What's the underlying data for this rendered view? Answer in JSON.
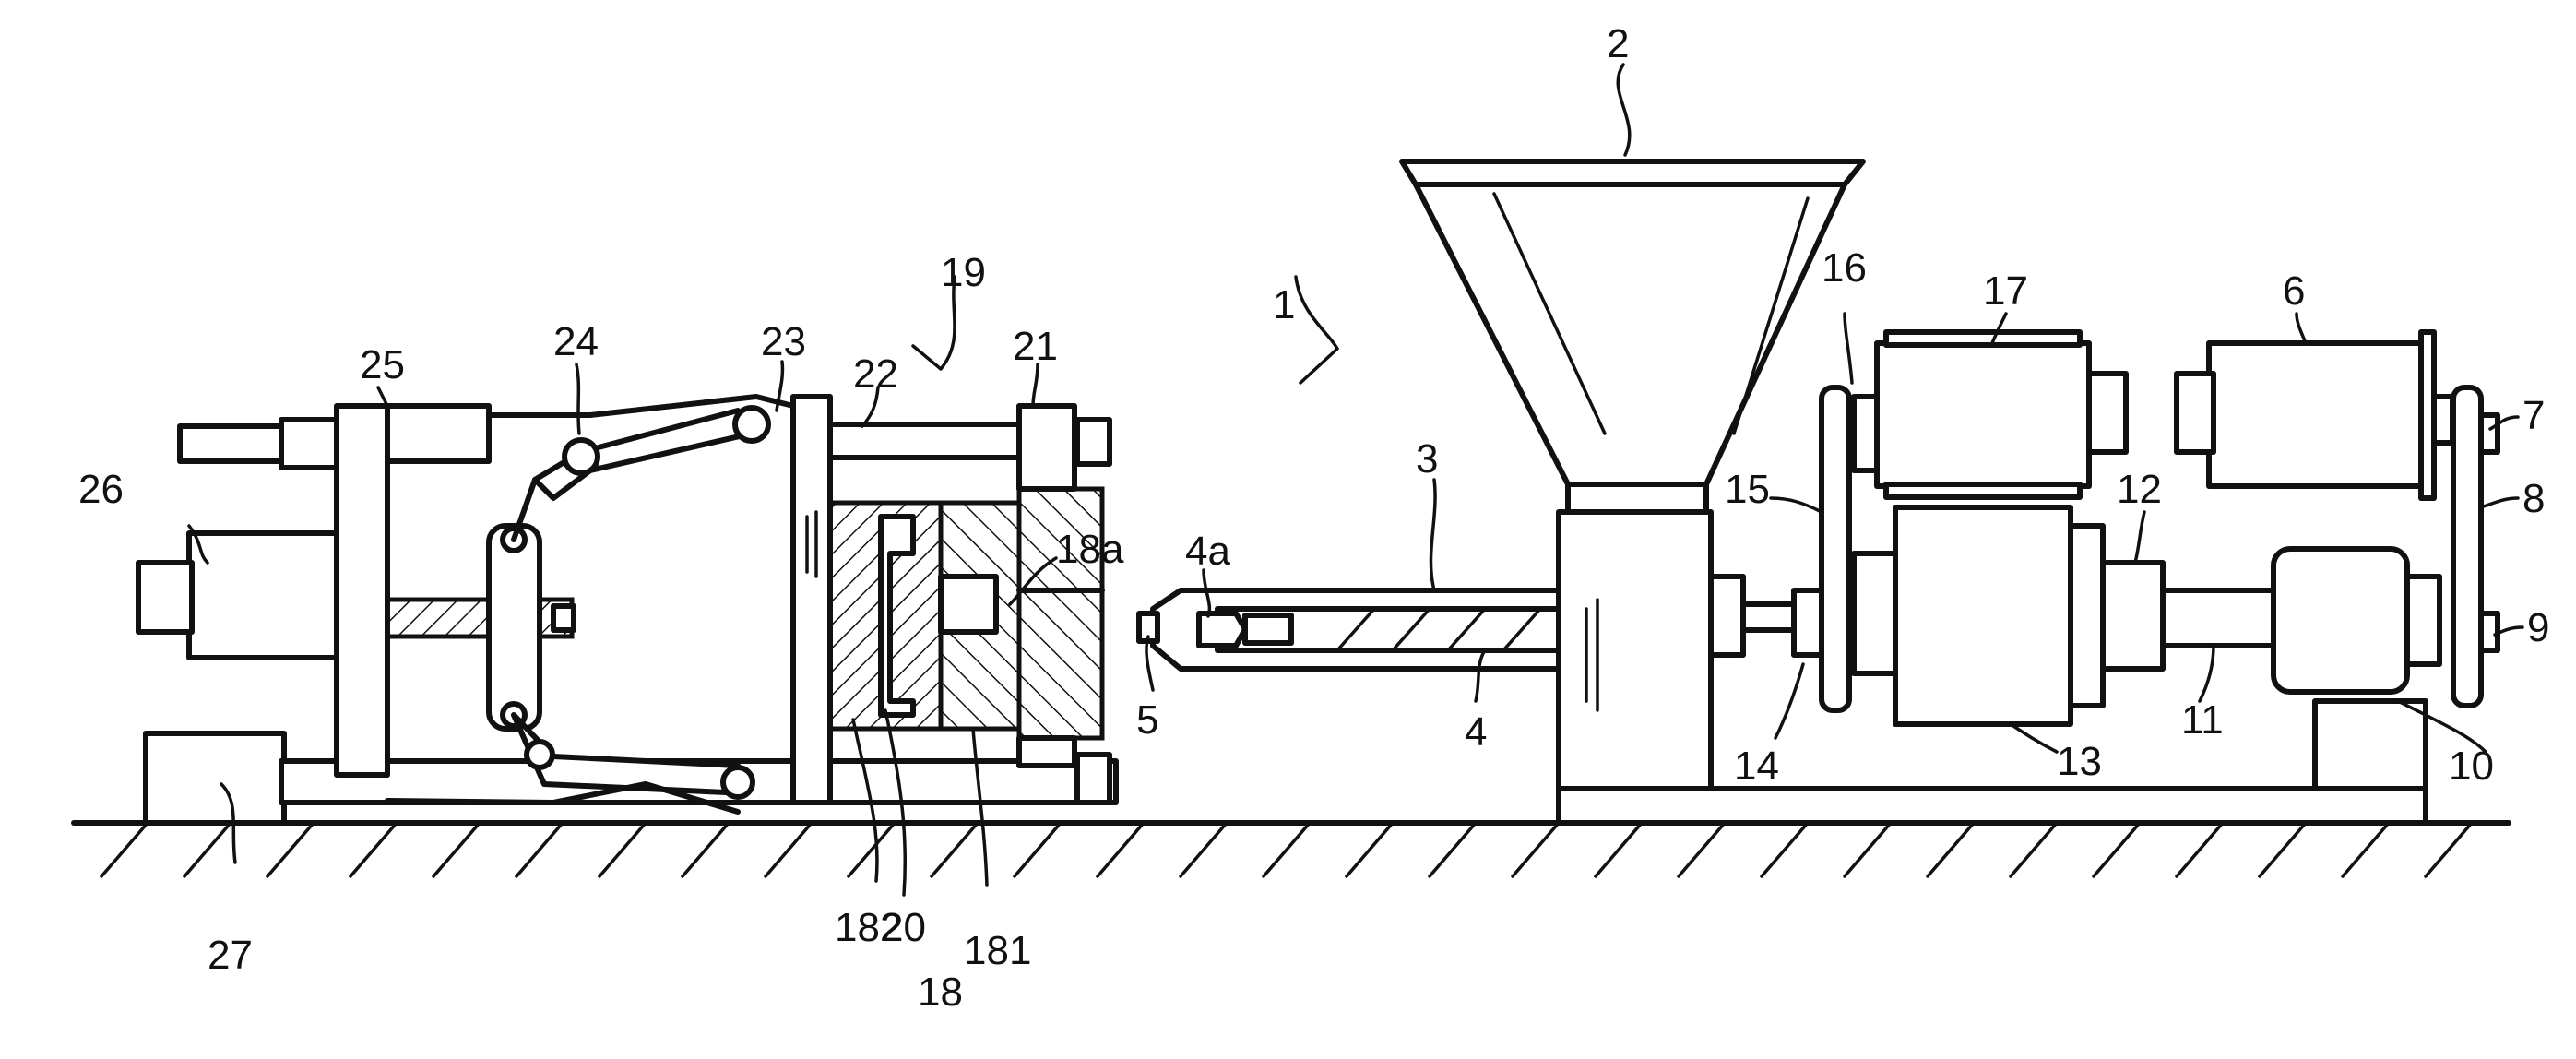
{
  "labels": {
    "n1": "1",
    "n2": "2",
    "n3": "3",
    "n4": "4",
    "n4a": "4a",
    "n5": "5",
    "n6": "6",
    "n7": "7",
    "n8": "8",
    "n9": "9",
    "n10": "10",
    "n11": "11",
    "n12": "12",
    "n13": "13",
    "n14": "14",
    "n15": "15",
    "n16": "16",
    "n17": "17",
    "n18": "18",
    "n18a": "18a",
    "n181": "181",
    "n182": "182",
    "n19": "19",
    "n20": "20",
    "n21": "21",
    "n22": "22",
    "n23": "23",
    "n24": "24",
    "n25": "25",
    "n26": "26",
    "n27": "27"
  }
}
